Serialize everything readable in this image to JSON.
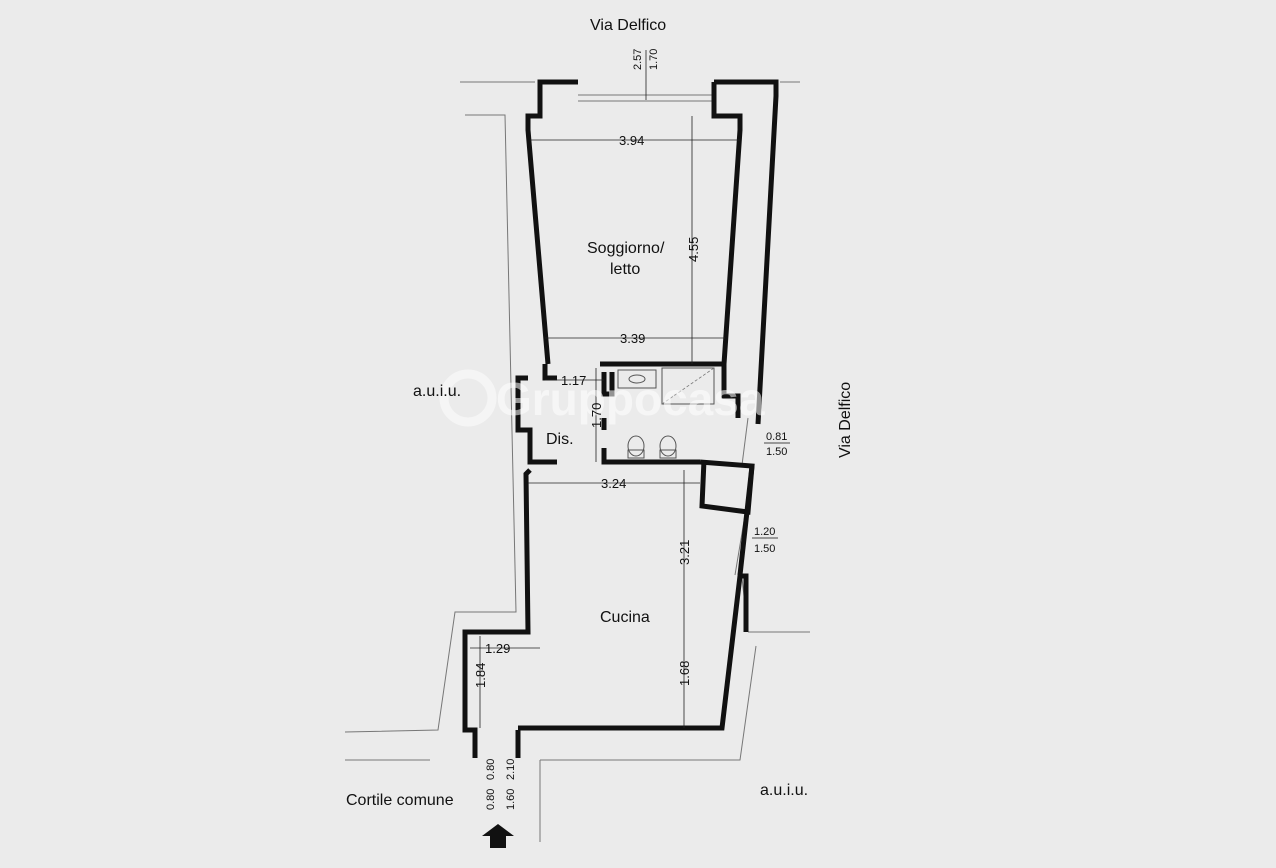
{
  "streets": {
    "top": "Via Delfico",
    "right": "Via Delfico"
  },
  "neighbors": {
    "left": "a.u.i.u.",
    "bottom_right": "a.u.i.u."
  },
  "courtyard": "Cortile comune",
  "rooms": {
    "living": {
      "line1": "Soggiorno/",
      "line2": "letto"
    },
    "corridor": "Dis.",
    "kitchen": "Cucina"
  },
  "dimensions": {
    "living_width_top": "3.94",
    "living_width_bottom": "3.39",
    "living_depth": "4.55",
    "corridor_width": "1.17",
    "corridor_depth": "1.70",
    "kitchen_width": "3.24",
    "kitchen_depth": "3.21",
    "kitchen_depth_lower": "1.68",
    "entry_width": "1.29",
    "entry_depth": "1.84"
  },
  "openings": {
    "top_window": {
      "a": "2.57",
      "b": "1.70"
    },
    "bath_window": {
      "a": "0.81",
      "b": "1.50"
    },
    "kitchen_window": {
      "a": "1.20",
      "b": "1.50"
    },
    "entry_door": {
      "a": "0.80",
      "b": "1.60",
      "c": "0.80",
      "d": "2.10"
    }
  },
  "watermark": "Gruppocasa"
}
